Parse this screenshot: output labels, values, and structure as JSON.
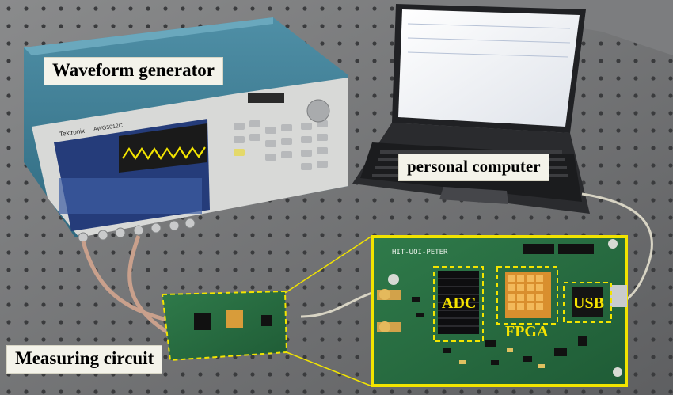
{
  "callouts": {
    "waveform_generator": "Waveform generator",
    "personal_computer": "personal computer",
    "measuring_circuit": "Measuring circuit"
  },
  "board": {
    "silkscreen": "HIT-UOI-PETER",
    "adc": "ADC",
    "fpga": "FPGA",
    "usb": "USB"
  },
  "instrument": {
    "brand": "Tektronix",
    "model": "AWG5012C"
  }
}
